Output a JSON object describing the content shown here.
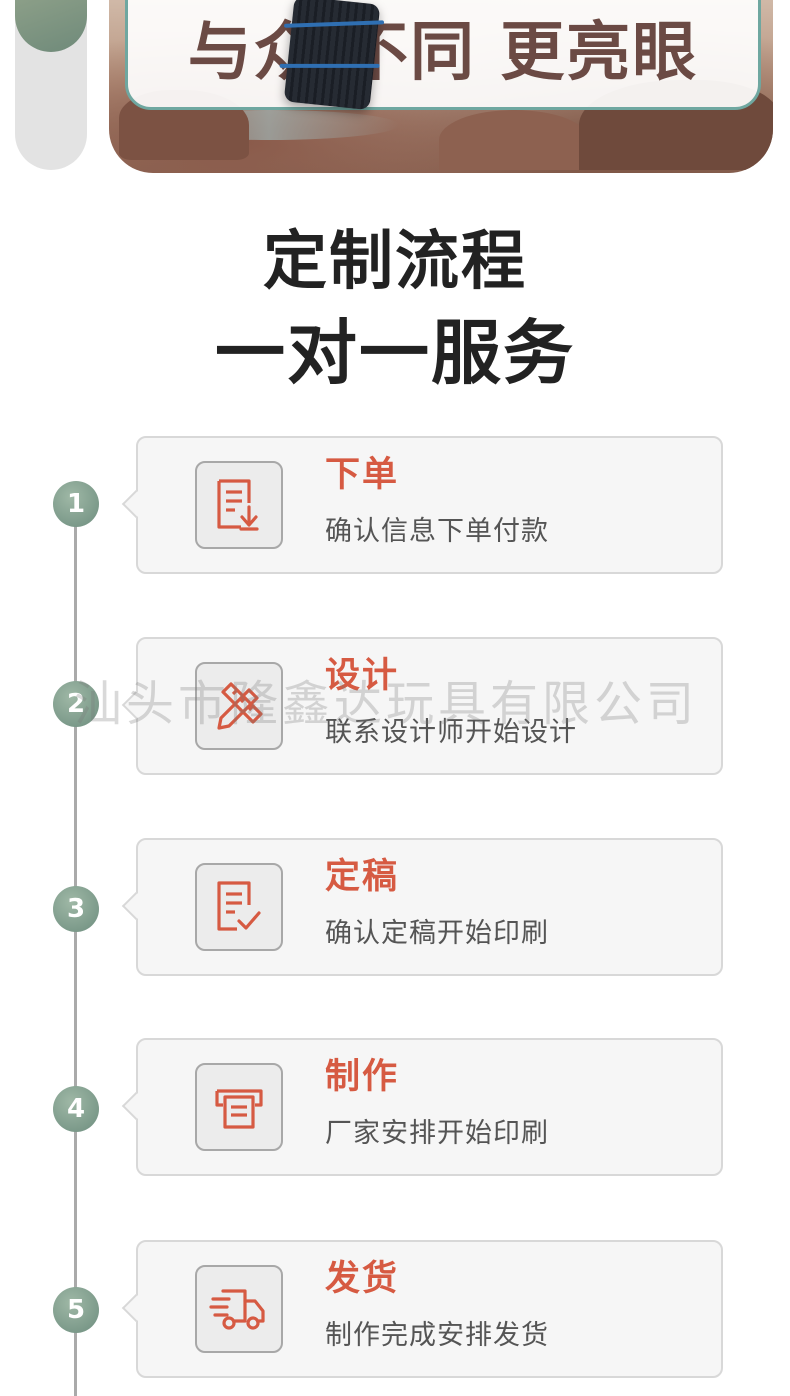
{
  "banner": {
    "title": "与众 不同 更亮眼"
  },
  "heading": {
    "line1": "定制流程",
    "line2": "一对一服务"
  },
  "steps": [
    {
      "number": "1",
      "title": "下单",
      "desc": "确认信息下单付款",
      "icon": "order-document-icon"
    },
    {
      "number": "2",
      "title": "设计",
      "desc": "联系设计师开始设计",
      "icon": "design-pencil-ruler-icon"
    },
    {
      "number": "3",
      "title": "定稿",
      "desc": "确认定稿开始印刷",
      "icon": "document-check-icon"
    },
    {
      "number": "4",
      "title": "制作",
      "desc": "厂家安排开始印刷",
      "icon": "printer-icon"
    },
    {
      "number": "5",
      "title": "发货",
      "desc": "制作完成安排发货",
      "icon": "delivery-truck-icon"
    }
  ],
  "watermark": "汕头市隆鑫达玩具有限公司",
  "colors": {
    "accent": "#d65a42",
    "step_badge": "#7f9c8c",
    "banner_title": "#6b4a44"
  }
}
